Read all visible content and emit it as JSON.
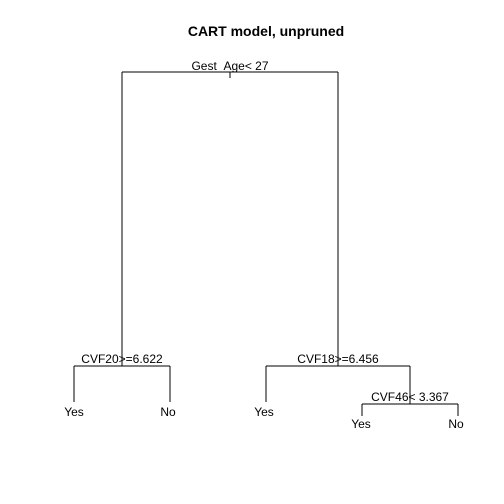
{
  "title": "CART model, unpruned",
  "tree": {
    "root": {
      "split_label": "Gest_Age< 27"
    },
    "left": {
      "split_label": "CVF20>=6.622",
      "leaf_left": "Yes",
      "leaf_right": "No"
    },
    "right": {
      "split_label": "CVF18>=6.456",
      "leaf_left": "Yes",
      "child": {
        "split_label": "CVF46< 3.367",
        "leaf_left": "Yes",
        "leaf_right": "No"
      }
    }
  },
  "colors": {
    "lines": "#000000",
    "text": "#000000",
    "background": "#ffffff"
  }
}
